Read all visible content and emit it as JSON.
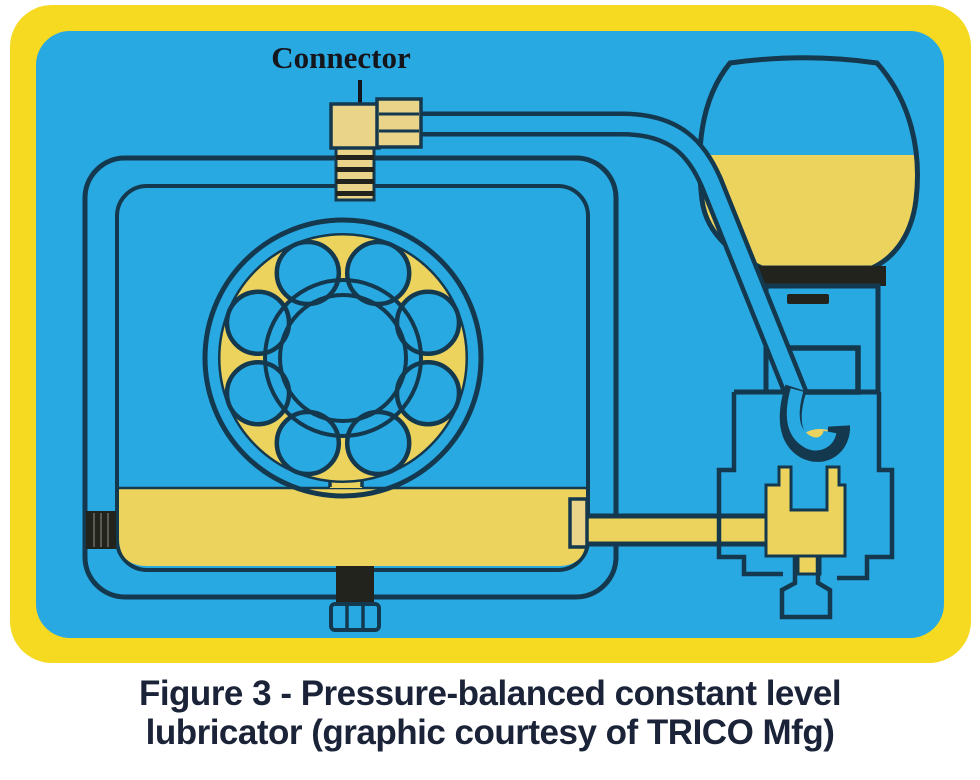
{
  "figure": {
    "connector_label": "Connector",
    "caption_line1": "Figure 3 - Pressure-balanced constant level",
    "caption_line2": "lubricator (graphic courtesy of TRICO Mfg)"
  },
  "colors": {
    "frame_yellow": "#f6d921",
    "background_blue": "#29a9e1",
    "oil_yellow": "#ecd35e",
    "fitting_yellow": "#e9d489",
    "line_ink": "#14384e",
    "hardware_dark": "#23231e",
    "caption_text": "#1b2338",
    "page_background": "#ffffff"
  }
}
